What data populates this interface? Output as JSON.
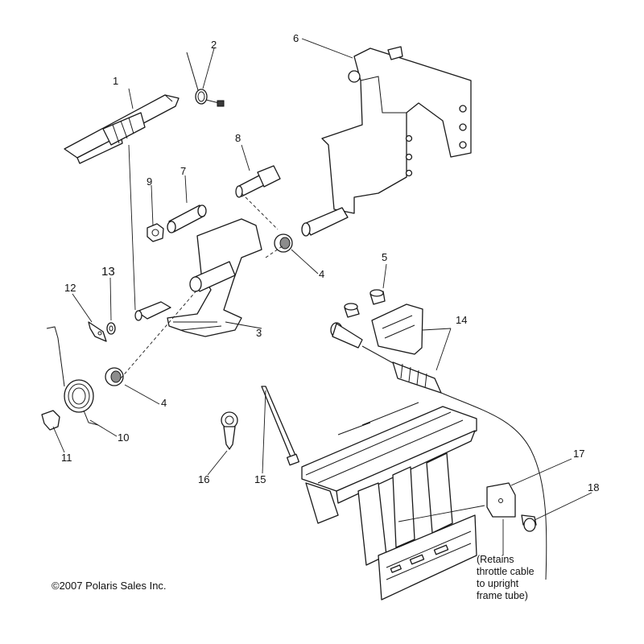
{
  "copyright": "©2007 Polaris Sales Inc.",
  "callouts": [
    "1",
    "2",
    "3",
    "4",
    "4",
    "5",
    "6",
    "7",
    "8",
    "9",
    "10",
    "11",
    "12",
    "13",
    "14",
    "15",
    "16",
    "17",
    "18"
  ],
  "note": {
    "line1": "(Retains",
    "line2": "throttle cable",
    "line3": "to upright",
    "line4": "frame tube)"
  },
  "colors": {
    "line": "#1a1a1a",
    "shade": "#8c8c8c",
    "background": "#ffffff"
  }
}
